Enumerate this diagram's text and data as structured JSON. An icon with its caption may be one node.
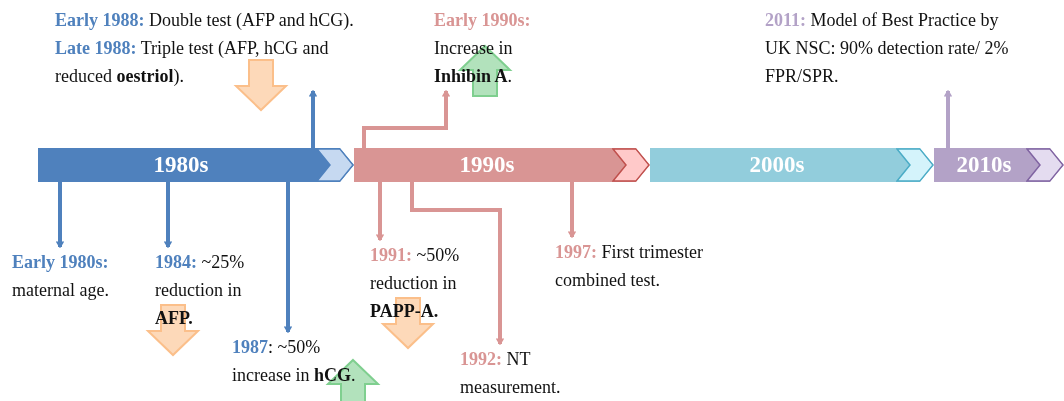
{
  "diagram": {
    "nodes": [
      {
        "text": [
          "1980s"
        ]
      },
      {
        "text": [
          "1990s"
        ]
      },
      {
        "text": [
          "2000s"
        ]
      },
      {
        "text": [
          "2010s"
        ]
      },
      {
        "text": [
          "**Early 1988:** Double test (AFP and hCG). **Late 1988:** Triple test (AFP, hCG and reduced **oestriol**)."
        ]
      },
      {
        "text": [
          "**Early 1990s:** Increase in **Inhibin A**."
        ]
      },
      {
        "text": [
          "**2011:** Model of Best Practice by UK NSC: 90% detection rate/ 2% FPR/SPR."
        ]
      },
      {
        "text": [
          "**Early 1980s:** maternal age."
        ]
      },
      {
        "text": [
          "**1984:** ~25% reduction in **AFP.**"
        ]
      },
      {
        "text": [
          "**1987**: ~50% increase in **hCG**."
        ]
      },
      {
        "text": [
          "**1991:** ~50% reduction in **PAPP-A.**"
        ]
      },
      {
        "text": [
          "**1997:** First trimester combined test."
        ]
      },
      {
        "text": [
          "**1992:** NT measurement."
        ]
      }
    ],
    "edges": [
      {
        "from": 0,
        "to": 7,
        "arrow": "to",
        "color": "#4f81bd"
      },
      {
        "from": 0,
        "to": 8,
        "arrow": "to",
        "color": "#4f81bd"
      },
      {
        "from": 0,
        "to": 9,
        "arrow": "to",
        "color": "#4f81bd"
      },
      {
        "from": 0,
        "to": 4,
        "arrow": "to",
        "color": "#4f81bd"
      },
      {
        "from": 1,
        "to": 5,
        "arrow": "to",
        "color": "#d99594"
      },
      {
        "from": 1,
        "to": 10,
        "arrow": "to",
        "color": "#d99594"
      },
      {
        "from": 1,
        "to": 12,
        "arrow": "to",
        "color": "#d99594"
      },
      {
        "from": 1,
        "to": 11,
        "arrow": "to",
        "color": "#d99594"
      },
      {
        "from": 3,
        "to": 6,
        "arrow": "to",
        "color": "#b3a2c7"
      }
    ]
  }
}
